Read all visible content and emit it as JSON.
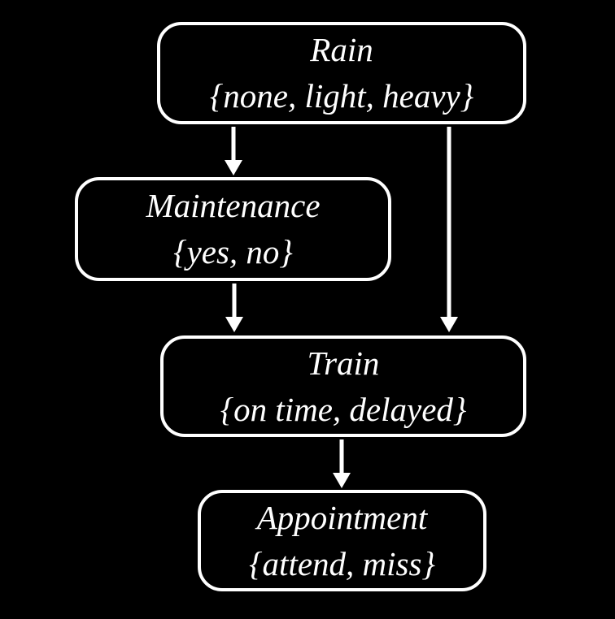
{
  "diagram": {
    "type": "bayesian-network",
    "colors": {
      "background": "#000000",
      "foreground": "#ffffff"
    },
    "nodes": [
      {
        "id": "rain",
        "name": "Rain",
        "domain": "{none, light, heavy}"
      },
      {
        "id": "maintenance",
        "name": "Maintenance",
        "domain": "{yes, no}"
      },
      {
        "id": "train",
        "name": "Train",
        "domain": "{on time, delayed}"
      },
      {
        "id": "appointment",
        "name": "Appointment",
        "domain": "{attend, miss}"
      }
    ],
    "edges": [
      {
        "from": "Rain",
        "to": "Maintenance"
      },
      {
        "from": "Rain",
        "to": "Train"
      },
      {
        "from": "Maintenance",
        "to": "Train"
      },
      {
        "from": "Train",
        "to": "Appointment"
      }
    ]
  }
}
